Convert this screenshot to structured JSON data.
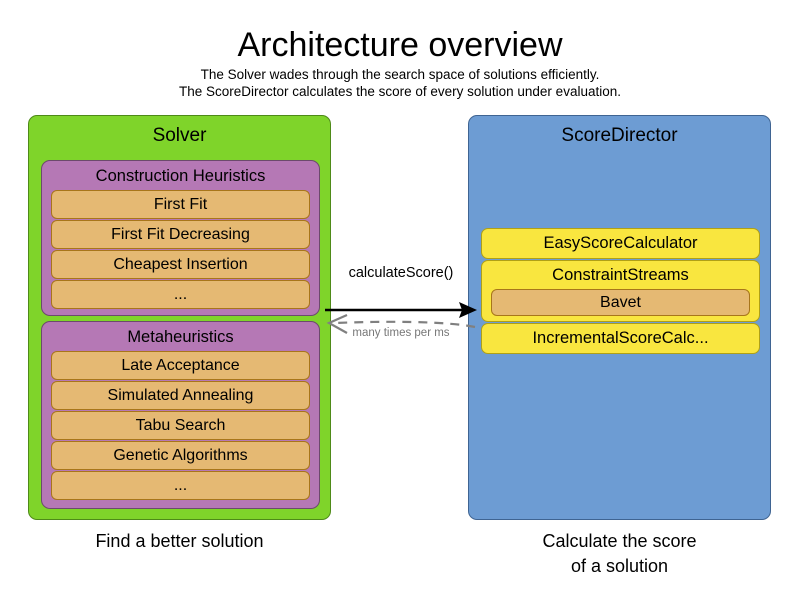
{
  "header": {
    "title": "Architecture overview",
    "subtitle_line1": "The Solver wades through the search space of solutions efficiently.",
    "subtitle_line2": "The ScoreDirector calculates the score of every solution under evaluation."
  },
  "colors": {
    "solver_panel": "#7fd42a",
    "scoredirector_panel": "#6d9cd3",
    "group": "#b578b5",
    "item": "#e5b973",
    "calculator": "#f9e63f",
    "arrow_solid": "#000000",
    "arrow_dashed": "#808080"
  },
  "solver": {
    "title": "Solver",
    "groups": [
      {
        "title": "Construction Heuristics",
        "items": [
          "First Fit",
          "First Fit Decreasing",
          "Cheapest Insertion",
          "..."
        ]
      },
      {
        "title": "Metaheuristics",
        "items": [
          "Late Acceptance",
          "Simulated Annealing",
          "Tabu Search",
          "Genetic Algorithms",
          "..."
        ]
      }
    ],
    "caption": "Find a better solution"
  },
  "score_director": {
    "title": "ScoreDirector",
    "calculators": [
      {
        "label": "EasyScoreCalculator",
        "children": []
      },
      {
        "label": "ConstraintStreams",
        "children": [
          "Bavet"
        ]
      },
      {
        "label": "IncrementalScoreCalc...",
        "children": []
      }
    ],
    "caption_line1": "Calculate the score",
    "caption_line2": "of a solution"
  },
  "arrows": {
    "call_label": "calculateScore()",
    "return_label": "many times per ms"
  }
}
